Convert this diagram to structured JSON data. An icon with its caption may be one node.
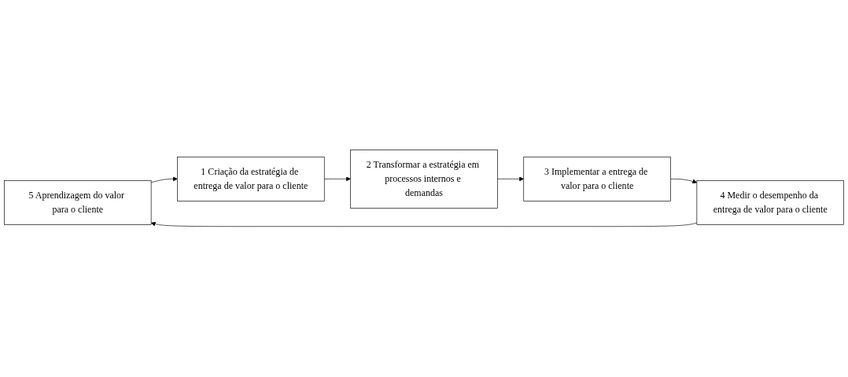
{
  "diagram": {
    "nodes": [
      {
        "text": [
          "5 Aprendizagem do valor para o cliente"
        ]
      },
      {
        "text": [
          "1 Criação da estratégia de entrega de valor para o cliente"
        ]
      },
      {
        "text": [
          "4 Medir o desempenho da entrega de valor para o cliente"
        ]
      },
      {
        "text": [
          "2 Transformar a estratégia em processos internos e demandas"
        ]
      },
      {
        "text": [
          "3 Implementar a entrega de valor para o cliente"
        ]
      }
    ],
    "edges": [
      {
        "from": 0,
        "to": 1,
        "arrow": "to"
      },
      {
        "from": 1,
        "to": 3,
        "arrow": "to"
      },
      {
        "from": 3,
        "to": 4,
        "arrow": "to"
      },
      {
        "from": 4,
        "to": 2,
        "arrow": "to"
      },
      {
        "from": 2,
        "to": 0,
        "arrow": "to"
      }
    ]
  }
}
